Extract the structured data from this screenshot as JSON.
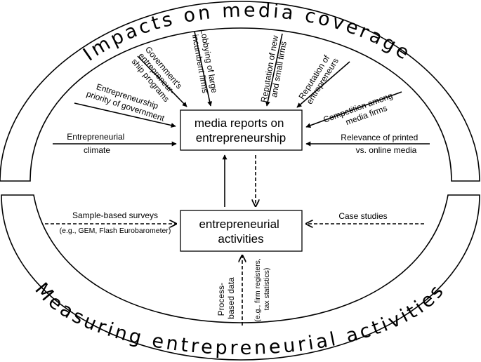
{
  "titles": {
    "top": "Impacts on media coverage",
    "bottom": "Measuring entrepreneurial activities"
  },
  "boxes": {
    "media": [
      "media reports on",
      "entrepreneurship"
    ],
    "activities": [
      "entrepreneurial",
      "activities"
    ]
  },
  "influences": {
    "climate": [
      "Entrepreneurial",
      "climate"
    ],
    "priority": [
      "Entrepreneurship",
      "priority of government"
    ],
    "programs": [
      "Government's",
      "entrepreneur-",
      "ship programs"
    ],
    "lobbying": [
      "Lobbying of large",
      "incumbent firms"
    ],
    "reputation_firms": [
      "Reputation of new",
      "and small firms"
    ],
    "reputation_entrepreneurs": [
      "Reputation of",
      "entrepreneurs"
    ],
    "competition": [
      "Competition among",
      "media firms"
    ],
    "relevance": [
      "Relevance of printed",
      "vs. online media"
    ]
  },
  "measures": {
    "surveys": [
      "Sample-based surveys",
      "(e.g., GEM, Flash Eurobarometer)"
    ],
    "case_studies": "Case studies",
    "process": [
      "Process-",
      "based data"
    ],
    "process_examples": [
      "(e.g., firm registers,",
      "tax statistics)"
    ]
  }
}
